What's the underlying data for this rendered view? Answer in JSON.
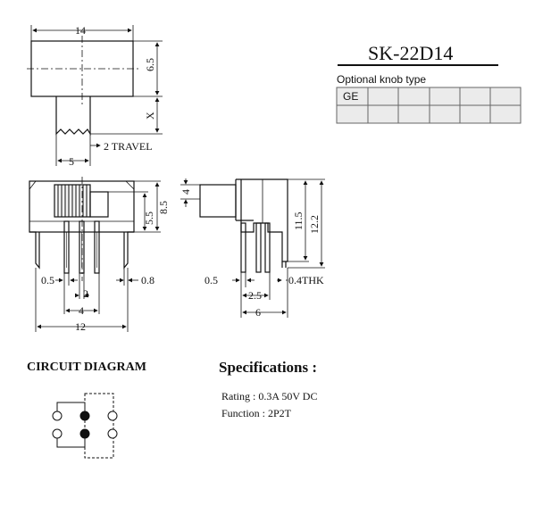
{
  "part": {
    "model": "SK-22D14"
  },
  "knob_table": {
    "caption": "Optional knob type",
    "first_cell": "GE",
    "columns": 6,
    "rows": 2
  },
  "top_view": {
    "width": "14",
    "height": "6.5",
    "knob_extension": "X",
    "knob_width": "5",
    "travel": "2 TRAVEL"
  },
  "front_view": {
    "height_total": "8.5",
    "body_height": "5.5",
    "pin_width": "0.5",
    "pin_pitch": "2",
    "outer_pin_spacing": "4",
    "tab_width": "0.8",
    "overall_width": "12"
  },
  "side_view": {
    "knob_height": "4",
    "height_a": "11.5",
    "height_b": "12.2",
    "pin_width": "0.5",
    "pin_offset": "2.5",
    "tab_thickness": "0.4THK",
    "width": "6"
  },
  "circuit": {
    "title": "CIRCUIT DIAGRAM"
  },
  "specifications": {
    "title": "Specifications :",
    "rating": "Rating : 0.3A 50V DC",
    "function": "Function : 2P2T"
  }
}
